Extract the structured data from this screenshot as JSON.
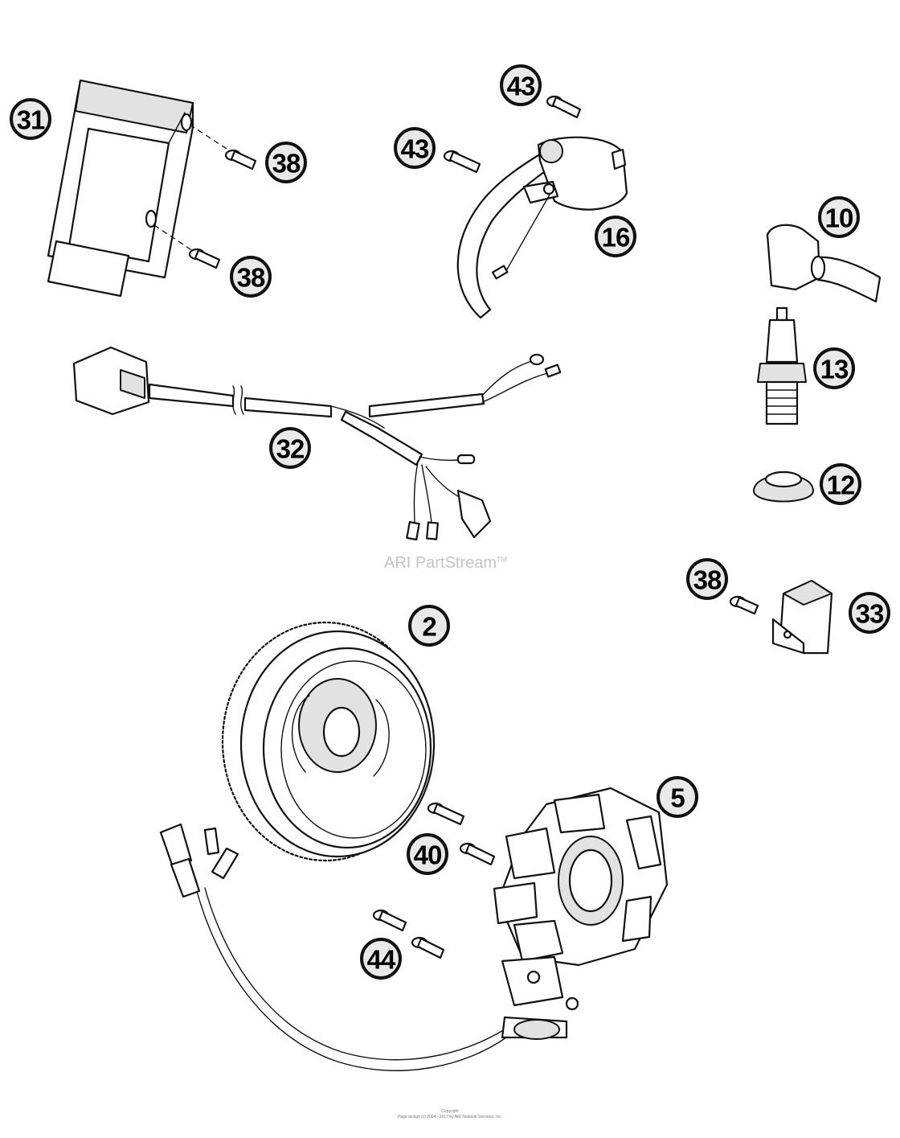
{
  "diagram": {
    "callouts": [
      {
        "id": "c31",
        "label": "31"
      },
      {
        "id": "c38a",
        "label": "38"
      },
      {
        "id": "c38b",
        "label": "38"
      },
      {
        "id": "c43a",
        "label": "43"
      },
      {
        "id": "c43b",
        "label": "43"
      },
      {
        "id": "c16",
        "label": "16"
      },
      {
        "id": "c10",
        "label": "10"
      },
      {
        "id": "c13",
        "label": "13"
      },
      {
        "id": "c12",
        "label": "12"
      },
      {
        "id": "c32",
        "label": "32"
      },
      {
        "id": "c38c",
        "label": "38"
      },
      {
        "id": "c33",
        "label": "33"
      },
      {
        "id": "c2",
        "label": "2"
      },
      {
        "id": "c5",
        "label": "5"
      },
      {
        "id": "c40",
        "label": "40"
      },
      {
        "id": "c44",
        "label": "44"
      }
    ]
  },
  "watermark": {
    "text": "ARI PartStream",
    "mark": "TM"
  },
  "footer": {
    "line1": "Copyright",
    "line2": "Page design (c) 2004 - 2017 by ARI Network Services, Inc."
  }
}
